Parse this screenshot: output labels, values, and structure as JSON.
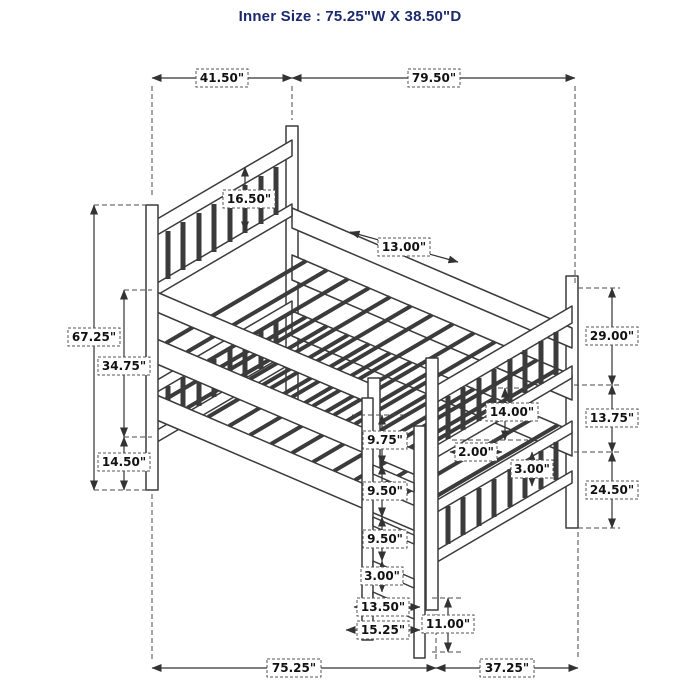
{
  "header": {
    "title": "Inner Size : 75.25\"W X  38.50\"D"
  },
  "colors": {
    "title": "#1b2a6e",
    "line": "#3b3b3b"
  },
  "dims": {
    "top_depth": "41.50\"",
    "top_length": "79.50\"",
    "headboard_top_to_rail": "16.50\"",
    "upper_slat_span": "13.00\"",
    "overall_height": "67.25\"",
    "guardrail_to_lower_rail": "34.75\"",
    "lower_rail_to_floor": "14.50\"",
    "footboard_upper_height": "29.00\"",
    "footboard_panel_height": "14.00\"",
    "rail_thickness": "2.00\"",
    "footboard_mid_height": "13.75\"",
    "footboard_rail_thickness": "3.00\"",
    "footboard_lower_height": "24.50\"",
    "ladder_top_step": "9.75\"",
    "ladder_step_2": "9.50\"",
    "ladder_step_3": "9.50\"",
    "ladder_bottom_step": "3.00\"",
    "ladder_inner_width": "13.50\"",
    "ladder_outer_width": "15.25\"",
    "foot_clearance": "11.00\"",
    "overall_width": "75.25\"",
    "overall_depth": "37.25\""
  }
}
